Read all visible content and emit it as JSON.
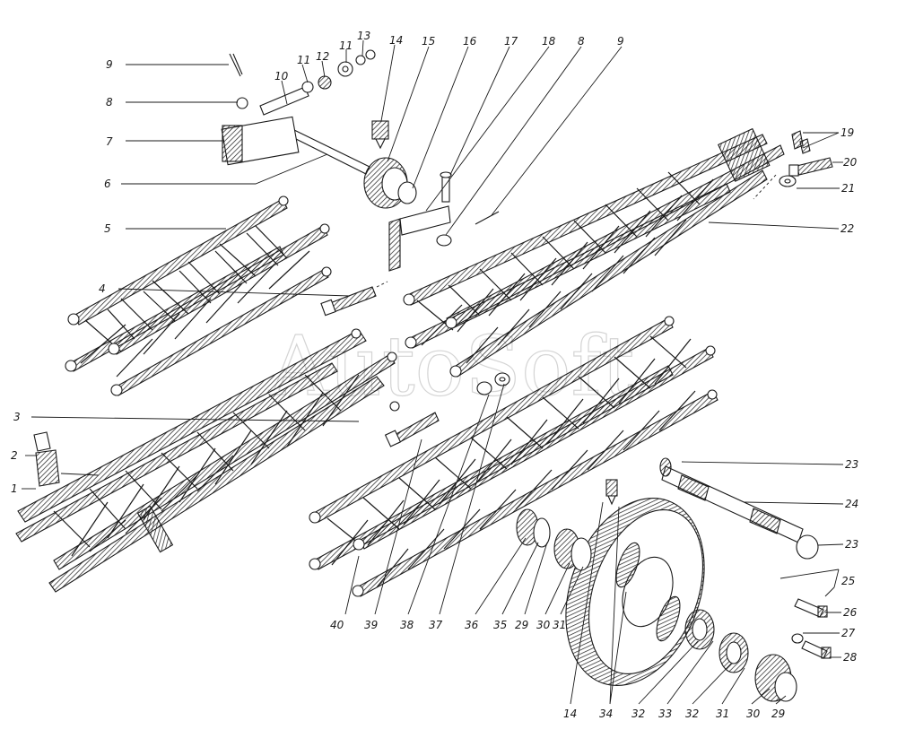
{
  "watermark": "AutoSoft",
  "labels": {
    "l9a": "9",
    "l8a": "8",
    "l7": "7",
    "l6": "6",
    "l5": "5",
    "l4": "4",
    "l3": "3",
    "l2": "2",
    "l1": "1",
    "l10": "10",
    "l11a": "11",
    "l12": "12",
    "l11b": "11",
    "l13": "13",
    "l14a": "14",
    "l15": "15",
    "l16": "16",
    "l17": "17",
    "l18": "18",
    "l8b": "8",
    "l9b": "9",
    "l19": "19",
    "l20": "20",
    "l21": "21",
    "l22": "22",
    "l23a": "23",
    "l24": "24",
    "l23b": "23",
    "l25": "25",
    "l26": "26",
    "l27": "27",
    "l28": "28",
    "l40": "40",
    "l39": "39",
    "l38": "38",
    "l37": "37",
    "l36": "36",
    "l35": "35",
    "l29a": "29",
    "l30a": "30",
    "l31a": "31",
    "l14b": "14",
    "l34": "34",
    "l32a": "32",
    "l33": "33",
    "l32b": "32",
    "l31b": "31",
    "l30b": "30",
    "l29b": "29"
  }
}
